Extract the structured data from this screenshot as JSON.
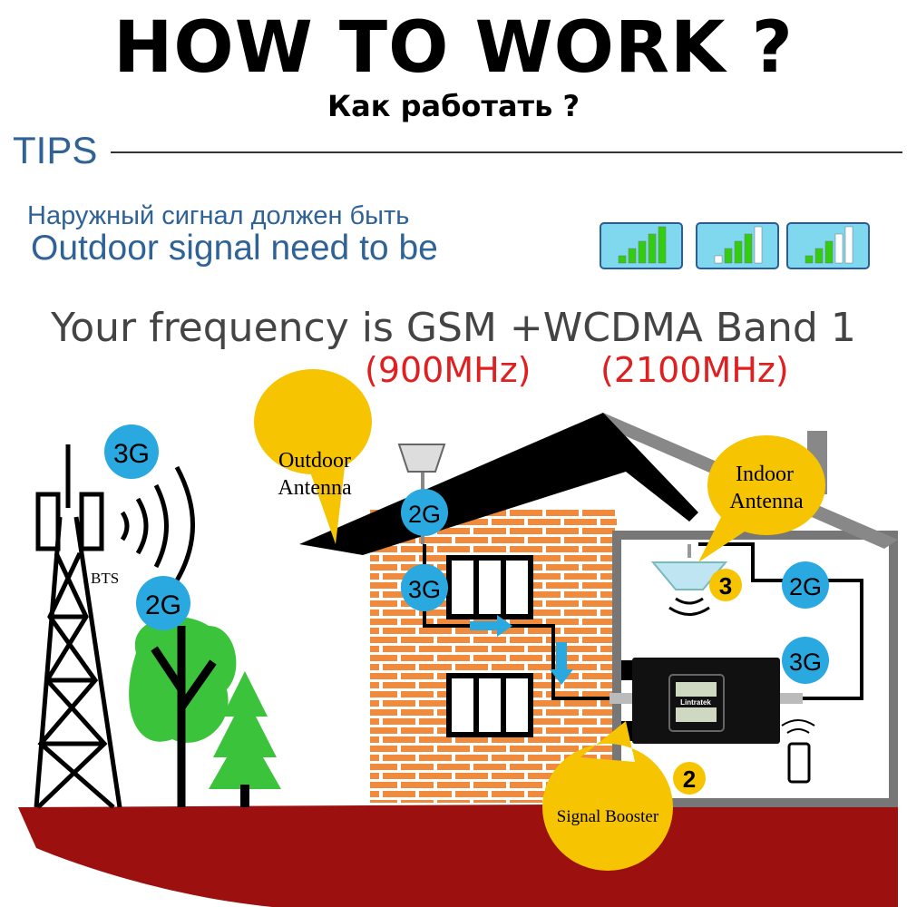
{
  "header": {
    "title": "HOW TO WORK ?",
    "subtitle": "Как работать ?"
  },
  "tips": {
    "label": "TIPS",
    "line_ru": "Наружный сигнал должен быть",
    "line_en": "Outdoor signal need to be",
    "signal_examples": [
      {
        "bars": [
          true,
          true,
          true,
          true,
          true
        ]
      },
      {
        "bars": [
          false,
          true,
          true,
          true,
          false
        ]
      },
      {
        "bars": [
          true,
          true,
          true,
          false,
          false
        ]
      }
    ]
  },
  "frequency": {
    "text": "Your frequency is GSM +WCDMA Band 1",
    "gsm": "(900MHz)",
    "wcdma": "(2100MHz)",
    "highlight_color": "#e02020"
  },
  "scene": {
    "bts_label": "BTS",
    "outdoor_antenna": [
      "Outdoor",
      "Antenna"
    ],
    "indoor_antenna": [
      "Indoor",
      "Antenna"
    ],
    "signal_booster": "Signal Booster",
    "booster_brand": "Lintratek",
    "step_2": "2",
    "step_3": "3",
    "badges": {
      "g3": "3G",
      "g2": "2G"
    },
    "colors": {
      "badge": "#2aa9e0",
      "bubble": "#f6c400",
      "brick": "#f08a3c",
      "ground": "#9c1010",
      "tree": "#3cc33c"
    }
  }
}
